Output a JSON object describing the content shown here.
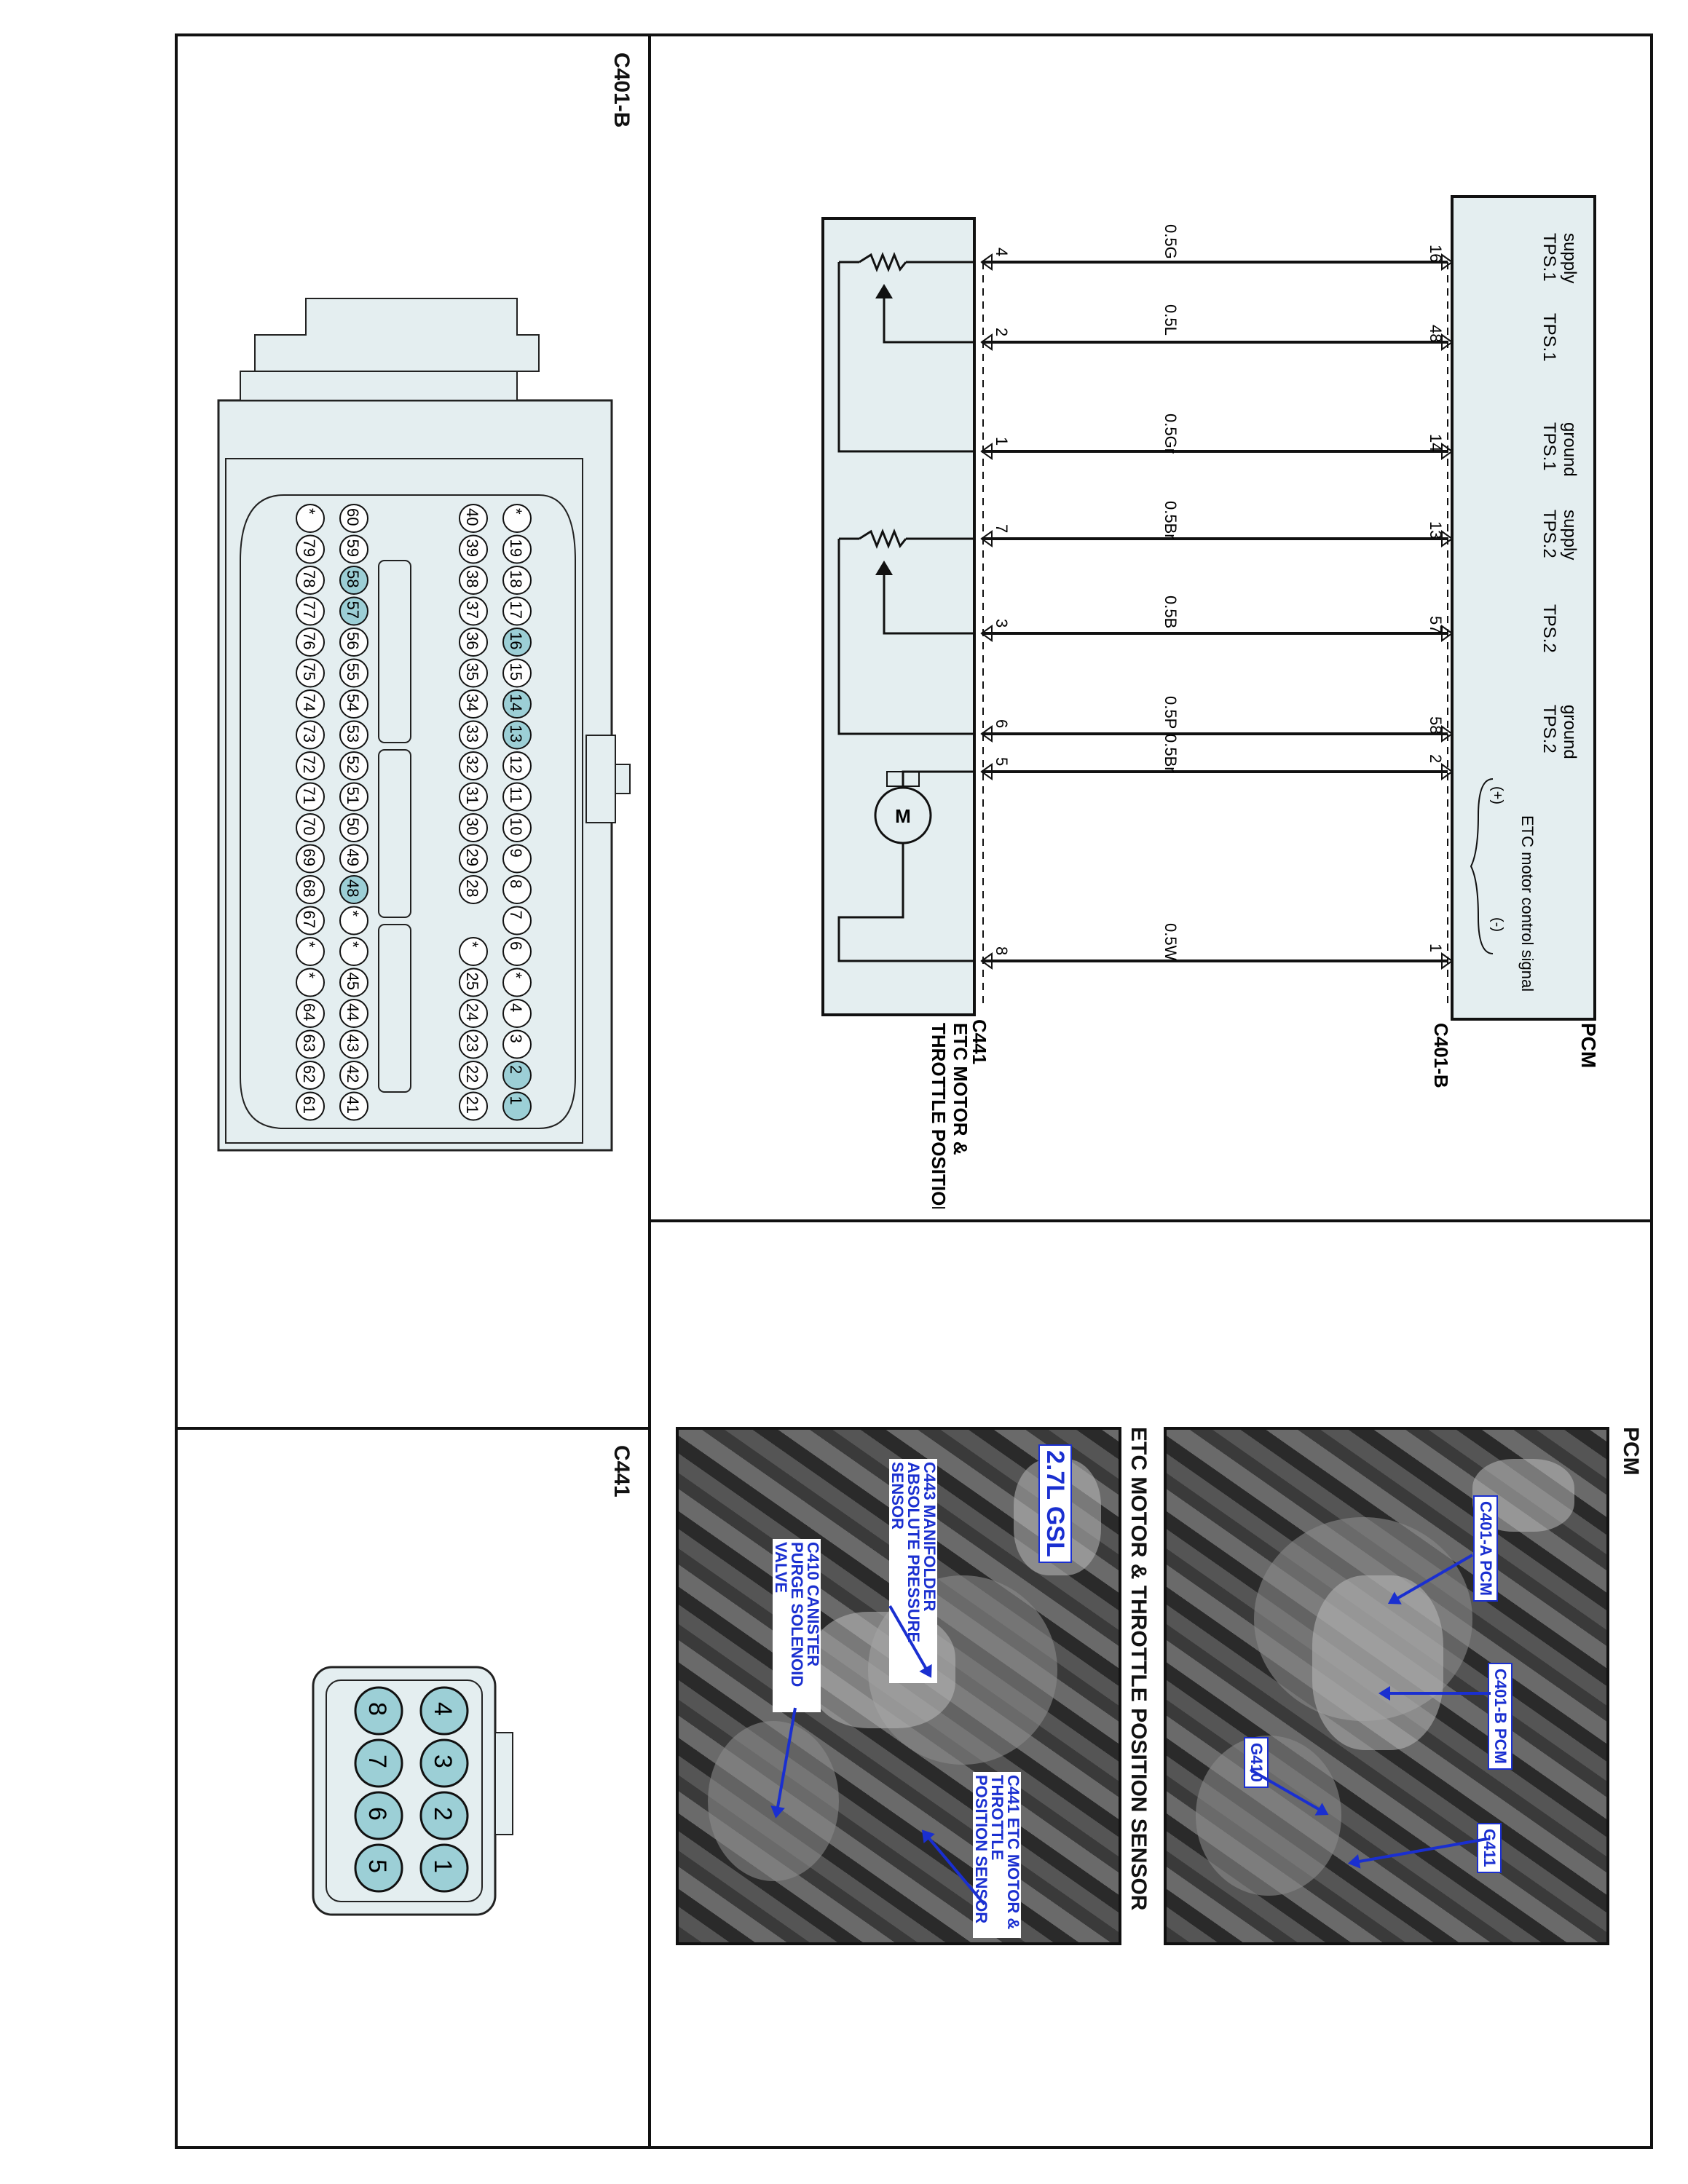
{
  "connectors": {
    "c401b_title": "C401-B",
    "c441_title": "C441"
  },
  "schematic": {
    "pcm_label": "PCM",
    "pcm_connector": "C401-B",
    "sensor_connector": "C441",
    "sensor_label": "ETC MOTOR & THROTTLE POSITION SENSOR",
    "motor_symbol": "M",
    "etc_signal_label": "ETC motor control signal",
    "etc_plus": "(+)",
    "etc_minus": "(-)",
    "circuits": [
      {
        "func": "TPS.1 supply",
        "pcm_pin": "16",
        "wire": "0.5G",
        "sensor_pin": "4"
      },
      {
        "func": "TPS.1",
        "pcm_pin": "48",
        "wire": "0.5L",
        "sensor_pin": "2"
      },
      {
        "func": "TPS.1 ground",
        "pcm_pin": "14",
        "wire": "0.5Gr",
        "sensor_pin": "1"
      },
      {
        "func": "TPS.2 supply",
        "pcm_pin": "13",
        "wire": "0.5Br",
        "sensor_pin": "7"
      },
      {
        "func": "TPS.2",
        "pcm_pin": "57",
        "wire": "0.5B",
        "sensor_pin": "3"
      },
      {
        "func": "TPS.2 ground",
        "pcm_pin": "58",
        "wire": "0.5P",
        "sensor_pin": "6"
      },
      {
        "func": "",
        "pcm_pin": "2",
        "wire": "0.5Br",
        "sensor_pin": "5"
      },
      {
        "func": "",
        "pcm_pin": "1",
        "wire": "0.5W",
        "sensor_pin": "8"
      }
    ]
  },
  "c401b_pins": {
    "row1": [
      "*",
      "19",
      "18",
      "17",
      "16",
      "15",
      "14",
      "13",
      "12",
      "11",
      "10",
      "9",
      "8",
      "7",
      "6",
      "*",
      "4",
      "3",
      "2",
      "1"
    ],
    "row2": [
      "40",
      "39",
      "38",
      "37",
      "36",
      "35",
      "34",
      "33",
      "32",
      "31",
      "30",
      "29",
      "28",
      "*",
      "25",
      "24",
      "23",
      "22",
      "21"
    ],
    "row3": [
      "60",
      "59",
      "58",
      "57",
      "56",
      "55",
      "54",
      "53",
      "52",
      "51",
      "50",
      "49",
      "48",
      "*",
      "*",
      "45",
      "44",
      "43",
      "42",
      "41"
    ],
    "row4": [
      "*",
      "79",
      "78",
      "77",
      "76",
      "75",
      "74",
      "73",
      "72",
      "71",
      "70",
      "69",
      "68",
      "67",
      "*",
      "*",
      "64",
      "63",
      "62",
      "61"
    ],
    "highlighted": [
      "1",
      "2",
      "13",
      "14",
      "16",
      "48",
      "57",
      "58"
    ]
  },
  "c441_pins": {
    "row1": [
      "4",
      "3",
      "2",
      "1"
    ],
    "row2": [
      "8",
      "7",
      "6",
      "5"
    ]
  },
  "photos": {
    "pcm": {
      "title": "PCM",
      "callouts": [
        "C401-A PCM",
        "C401-B PCM",
        "G410",
        "G411"
      ]
    },
    "etc": {
      "title": "ETC MOTOR & THROTTLE POSITION SENSOR",
      "engine": "2.7L GSL",
      "callouts": [
        "C443 MANIFOLDER ABSOLUTE PRESSURE SENSOR",
        "C410 CANISTER PURGE SOLENOID VALVE",
        "C441 ETC MOTOR & THROTTLE POSITION SENSOR"
      ]
    }
  },
  "colors": {
    "pin_highlight": "#9ccfd6",
    "connector_body": "#e4eef0",
    "callout_text": "#1a2fd0"
  }
}
